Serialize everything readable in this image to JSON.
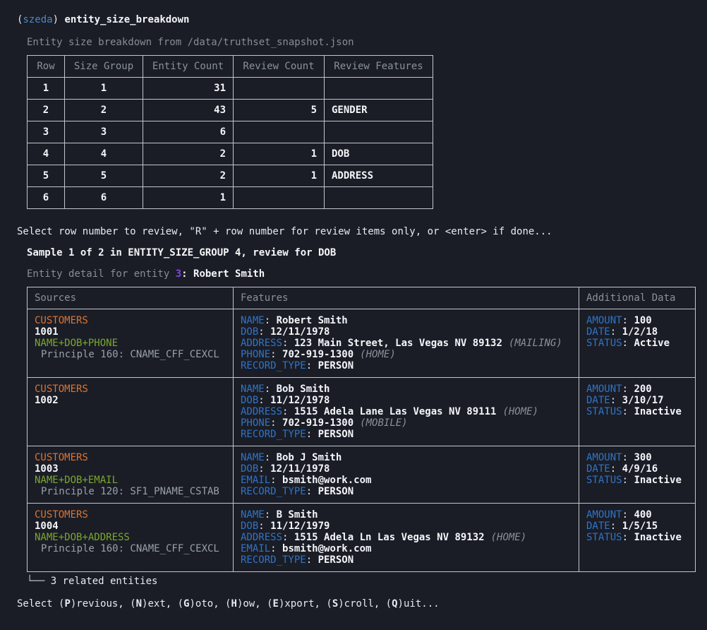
{
  "palette": {
    "background": "#1a1d26",
    "text": "#e8eaee",
    "dim_gray": "#868d98",
    "prompt_blue": "#4d86c8",
    "label_blue": "#2f74c8",
    "data_source_orange": "#dd7430",
    "match_key_green": "#7ba72e",
    "review_yellow": "#c9a42e",
    "entity_id_purple": "#7d45e0",
    "table_border": "#c2c6cb"
  },
  "prompt": {
    "paren_open": "(",
    "app_name": "szeda",
    "paren_close": ") ",
    "command": "entity_size_breakdown"
  },
  "breakdown": {
    "caption": "Entity size breakdown from /data/truthset_snapshot.json",
    "columns": [
      "Row",
      "Size Group",
      "Entity Count",
      "Review Count",
      "Review Features"
    ],
    "rows": [
      [
        "1",
        "1",
        "31",
        "",
        ""
      ],
      [
        "2",
        "2",
        "43",
        "5",
        "GENDER"
      ],
      [
        "3",
        "3",
        "6",
        "",
        ""
      ],
      [
        "4",
        "4",
        "2",
        "1",
        "DOB"
      ],
      [
        "5",
        "5",
        "2",
        "1",
        "ADDRESS"
      ],
      [
        "6",
        "6",
        "1",
        "",
        ""
      ]
    ]
  },
  "select_row_prompt": "Select row number to review, \"R\" + row number for review items only, or <enter> if done...",
  "sample_header": "Sample 1 of 2 in ENTITY_SIZE_GROUP 4, review for DOB",
  "entity_detail_line": {
    "prefix": "Entity detail for entity ",
    "entity_id": "3",
    "separator": ": ",
    "entity_name": "Robert Smith"
  },
  "detail": {
    "columns": [
      "Sources",
      "Features",
      "Additional Data"
    ],
    "records": [
      {
        "data_source": "CUSTOMERS",
        "record_id": "1001",
        "match_key": "NAME+DOB+PHONE",
        "principle": "Principle 160: CNAME_CFF_CEXCL",
        "features": [
          {
            "label": "NAME",
            "value": "Robert Smith"
          },
          {
            "label": "DOB",
            "value": "12/11/1978"
          },
          {
            "label": "ADDRESS",
            "value": "123 Main Street, Las Vegas NV 89132",
            "usage": "(MAILING)"
          },
          {
            "label": "PHONE",
            "value": "702-919-1300",
            "usage": "(HOME)"
          },
          {
            "label": "RECORD_TYPE",
            "value": "PERSON"
          }
        ],
        "additional": [
          {
            "label": "AMOUNT",
            "value": "100"
          },
          {
            "label": "DATE",
            "value": "1/2/18"
          },
          {
            "label": "STATUS",
            "value": "Active"
          }
        ]
      },
      {
        "data_source": "CUSTOMERS",
        "record_id": "1002",
        "features": [
          {
            "label": "NAME",
            "value": "Bob Smith"
          },
          {
            "label": "DOB",
            "value": "11/12/1978"
          },
          {
            "label": "ADDRESS",
            "value": "1515 Adela Lane Las Vegas NV 89111",
            "usage": "(HOME)"
          },
          {
            "label": "PHONE",
            "value": "702-919-1300",
            "usage": "(MOBILE)"
          },
          {
            "label": "RECORD_TYPE",
            "value": "PERSON"
          }
        ],
        "additional": [
          {
            "label": "AMOUNT",
            "value": "200"
          },
          {
            "label": "DATE",
            "value": "3/10/17"
          },
          {
            "label": "STATUS",
            "value": "Inactive"
          }
        ]
      },
      {
        "data_source": "CUSTOMERS",
        "record_id": "1003",
        "match_key": "NAME+DOB+EMAIL",
        "principle": "Principle 120: SF1_PNAME_CSTAB",
        "features": [
          {
            "label": "NAME",
            "value": "Bob J Smith"
          },
          {
            "label": "DOB",
            "value": "12/11/1978"
          },
          {
            "label": "EMAIL",
            "value": "bsmith@work.com"
          },
          {
            "label": "RECORD_TYPE",
            "value": "PERSON"
          }
        ],
        "additional": [
          {
            "label": "AMOUNT",
            "value": "300"
          },
          {
            "label": "DATE",
            "value": "4/9/16"
          },
          {
            "label": "STATUS",
            "value": "Inactive"
          }
        ]
      },
      {
        "data_source": "CUSTOMERS",
        "record_id": "1004",
        "match_key": "NAME+DOB+ADDRESS",
        "principle": "Principle 160: CNAME_CFF_CEXCL",
        "features": [
          {
            "label": "NAME",
            "value": "B Smith"
          },
          {
            "label": "DOB",
            "value": "11/12/1979"
          },
          {
            "label": "ADDRESS",
            "value": "1515 Adela Ln Las Vegas NV 89132",
            "usage": "(HOME)"
          },
          {
            "label": "EMAIL",
            "value": "bsmith@work.com"
          },
          {
            "label": "RECORD_TYPE",
            "value": "PERSON"
          }
        ],
        "additional": [
          {
            "label": "AMOUNT",
            "value": "400"
          },
          {
            "label": "DATE",
            "value": "1/5/15"
          },
          {
            "label": "STATUS",
            "value": "Inactive"
          }
        ]
      }
    ]
  },
  "related_line": {
    "glyph": "└── ",
    "text": "3 related entities"
  },
  "action_prompt": {
    "segments": [
      {
        "text": "Select ("
      },
      {
        "text": "P",
        "bold": true
      },
      {
        "text": ")revious, ("
      },
      {
        "text": "N",
        "bold": true
      },
      {
        "text": ")ext, ("
      },
      {
        "text": "G",
        "bold": true
      },
      {
        "text": ")oto, ("
      },
      {
        "text": "H",
        "bold": true
      },
      {
        "text": ")ow, ("
      },
      {
        "text": "E",
        "bold": true
      },
      {
        "text": ")xport, ("
      },
      {
        "text": "S",
        "bold": true
      },
      {
        "text": ")croll, ("
      },
      {
        "text": "Q",
        "bold": true
      },
      {
        "text": ")uit..."
      }
    ]
  }
}
